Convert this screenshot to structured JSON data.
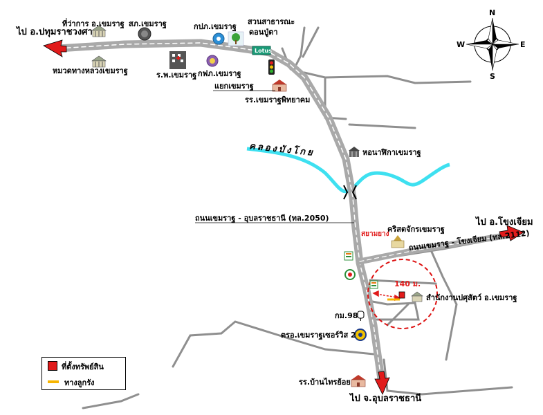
{
  "labels": {
    "to_pathum": "ไป อ.ปทุมราชวงศา",
    "district_office": "ที่ว่าการ อ.เขมราฐ",
    "police": "สภ.เขมราฐ",
    "highway_unit": "หมวดทางหลวงเขมราฐ",
    "hospital": "ร.พ.เขมราฐ",
    "pea": "กฟภ.เขมราฐ",
    "waterworks": "กปภ.เขมราฐ",
    "park_line1": "สวนสาธารณะ",
    "park_line2": "ดอนปู่ตา",
    "lotus": "Lotus",
    "intersection": "แยกเขมราฐ",
    "school_wittayakom": "รร.เขมราฐพิทยาคม",
    "canal": "คลองบังโกย",
    "clock_tower": "หอนาฬิกาเขมราฐ",
    "main_road": "ถนนเขมราฐ - อุบลราชธานี (ทล.2050)",
    "church": "คริสตจักรเขมราฐ",
    "siam_tyre": "สยามยาง",
    "to_khong_chiam": "ไป อ.โขงเจียม",
    "road_2112": "ถนนเขมราฐ - โขงเจียม (ทล.2112)",
    "distance": "140 ม.",
    "livestock_office": "สำนักงานปศุสัตว์ อ.เขมราฐ",
    "km98": "กม.98",
    "customs": "ตรอ.เขมราฐเซอร์วิส 2",
    "school_ban_sai_noi": "รร.บ้านไทรย้อย",
    "to_ubon": "ไป จ.อุบลราชธานี"
  },
  "compass": {
    "north": "N",
    "south": "S",
    "east": "E",
    "west": "W"
  },
  "legend": {
    "property": "ที่ตั้งทรัพย์สิน",
    "access": "ทางลูกรัง"
  },
  "colors": {
    "road": "#aaaaaa",
    "canal": "#3ee0f0",
    "arrow": "#e11b1b",
    "circle": "#dd1111",
    "access_road": "#f7b500"
  }
}
